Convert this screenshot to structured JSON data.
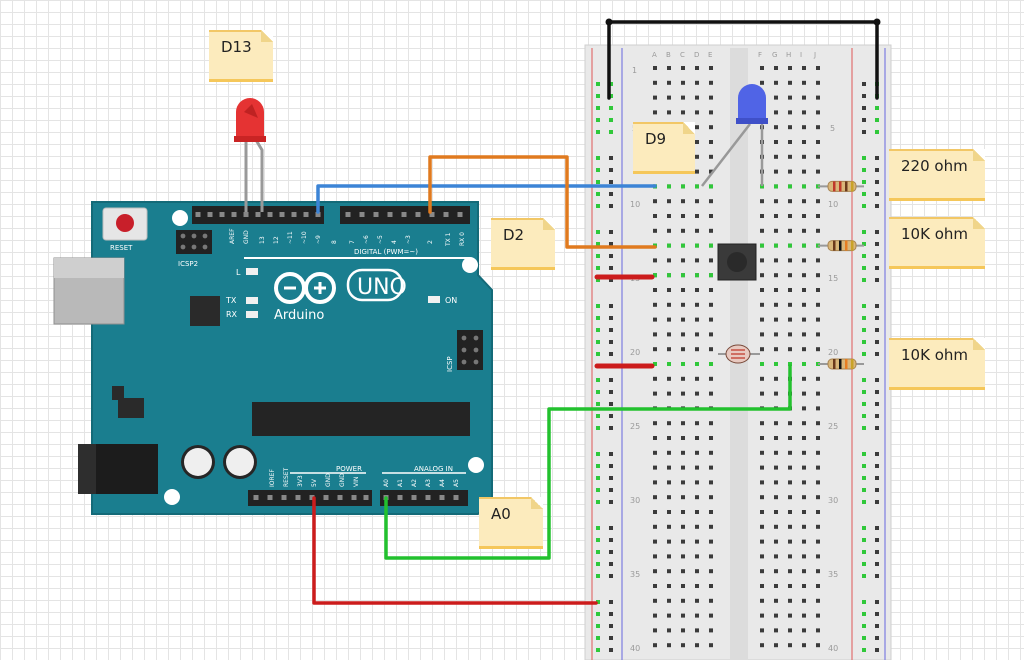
{
  "arduino": {
    "reset_label": "RESET",
    "icsp2_label": "ICSP2",
    "icsp_label": "ICSP",
    "l_label": "L",
    "tx_label": "TX",
    "rx_label": "RX",
    "on_label": "ON",
    "uno_label": "UNO",
    "brand_label": "Arduino",
    "digital_label": "DIGITAL (PWM=~)",
    "power_label": "POWER",
    "analog_label": "ANALOG IN",
    "top_pins": [
      "AREF",
      "GND",
      "13",
      "12",
      "~11",
      "~10",
      "~9",
      "8",
      "7",
      "~6",
      "~5",
      "4",
      "~3",
      "2",
      "TX 1",
      "RX 0"
    ],
    "power_pins": [
      "IOREF",
      "RESET",
      "3V3",
      "5V",
      "GND",
      "GND",
      "VIN"
    ],
    "analog_pins": [
      "A0",
      "A1",
      "A2",
      "A3",
      "A4",
      "A5"
    ]
  },
  "breadboard": {
    "columns_left": [
      "A",
      "B",
      "C",
      "D",
      "E"
    ],
    "columns_right": [
      "F",
      "G",
      "H",
      "I",
      "J"
    ],
    "row_numbers": [
      "1",
      "5",
      "10",
      "15",
      "20",
      "25",
      "30",
      "35",
      "40"
    ]
  },
  "notes": {
    "d13": "D13",
    "d9": "D9",
    "d2": "D2",
    "a0": "A0",
    "r220": "220 ohm",
    "r10k_1": "10K ohm",
    "r10k_2": "10K ohm"
  },
  "colors": {
    "board": "#1a7e8f",
    "wire_black": "#111111",
    "wire_blue": "#3c84d6",
    "wire_orange": "#e07a1f",
    "wire_red": "#cc1c1c",
    "wire_green": "#22c12e",
    "led_red": "#e53333",
    "led_blue": "#5064e6"
  }
}
